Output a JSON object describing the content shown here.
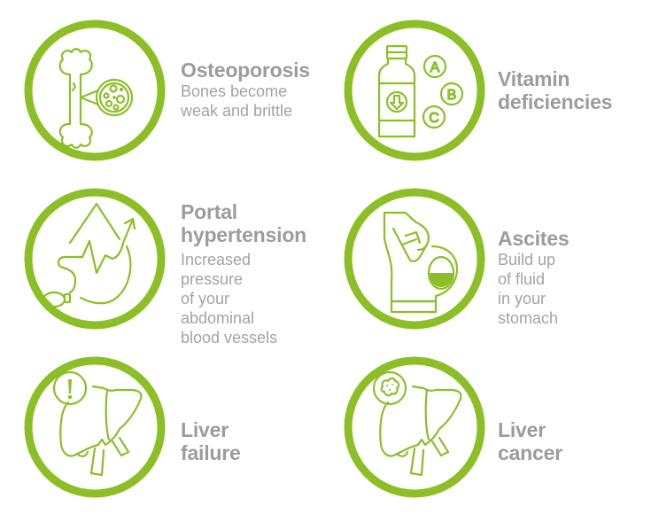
{
  "colors": {
    "accent": "#8cbf26",
    "text": "#9c9c9c"
  },
  "items": [
    {
      "title": "Osteoporosis",
      "description": [
        "Bones become",
        "weak and brittle"
      ],
      "icon": "bone-magnifier-icon"
    },
    {
      "title": [
        "Vitamin",
        "deficiencies"
      ],
      "description": [],
      "icon": "vitamin-bottle-icon"
    },
    {
      "title": [
        "Portal",
        "hypertension"
      ],
      "description": [
        "Increased pressure",
        "of your abdominal",
        "blood vessels"
      ],
      "icon": "blood-pressure-icon"
    },
    {
      "title": "Ascites",
      "description": [
        "Build up of fluid",
        "in your stomach"
      ],
      "icon": "swollen-abdomen-icon"
    },
    {
      "title": "Liver failure",
      "description": [],
      "icon": "liver-warning-icon"
    },
    {
      "title": "Liver cancer",
      "description": [],
      "icon": "liver-tumor-icon"
    }
  ]
}
